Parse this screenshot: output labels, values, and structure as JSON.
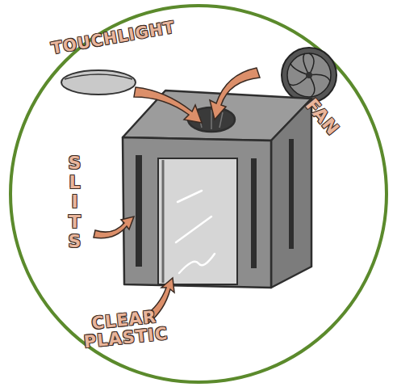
{
  "diagram": {
    "labels": [
      "TOUCHLIGHT",
      "FAN",
      "SLITS",
      "CLEAR PLASTIC"
    ]
  }
}
